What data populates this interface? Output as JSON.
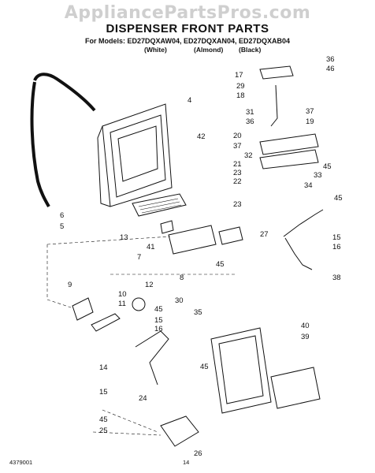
{
  "watermark": "AppliancePartsPros.com",
  "title": "DISPENSER FRONT PARTS",
  "models_line": "For Models: ED27DQXAW04, ED27DQXAN04, ED27DQXAB04",
  "colors": {
    "white": "(White)",
    "almond": "(Almond)",
    "black": "(Black)"
  },
  "footer": {
    "doc_number": "4379001",
    "page": "14"
  },
  "callouts": [
    {
      "id": "c36a",
      "text": "36"
    },
    {
      "id": "c46",
      "text": "46"
    },
    {
      "id": "c17",
      "text": "17"
    },
    {
      "id": "c29",
      "text": "29"
    },
    {
      "id": "c18",
      "text": "18"
    },
    {
      "id": "c4",
      "text": "4"
    },
    {
      "id": "c31",
      "text": "31"
    },
    {
      "id": "c37a",
      "text": "37"
    },
    {
      "id": "c36b",
      "text": "36"
    },
    {
      "id": "c19",
      "text": "19"
    },
    {
      "id": "c20",
      "text": "20"
    },
    {
      "id": "c42",
      "text": "42"
    },
    {
      "id": "c37b",
      "text": "37"
    },
    {
      "id": "c32",
      "text": "32"
    },
    {
      "id": "c21",
      "text": "21"
    },
    {
      "id": "c45a",
      "text": "45"
    },
    {
      "id": "c33",
      "text": "33"
    },
    {
      "id": "c23a",
      "text": "23"
    },
    {
      "id": "c22",
      "text": "22"
    },
    {
      "id": "c34",
      "text": "34"
    },
    {
      "id": "c6",
      "text": "6"
    },
    {
      "id": "c5",
      "text": "5"
    },
    {
      "id": "c23b",
      "text": "23"
    },
    {
      "id": "c45b",
      "text": "45"
    },
    {
      "id": "c13",
      "text": "13"
    },
    {
      "id": "c15a",
      "text": "15"
    },
    {
      "id": "c27",
      "text": "27"
    },
    {
      "id": "c41",
      "text": "41"
    },
    {
      "id": "c16a",
      "text": "16"
    },
    {
      "id": "c7",
      "text": "7"
    },
    {
      "id": "c45c",
      "text": "45"
    },
    {
      "id": "c8",
      "text": "8"
    },
    {
      "id": "c38",
      "text": "38"
    },
    {
      "id": "c9",
      "text": "9"
    },
    {
      "id": "c12",
      "text": "12"
    },
    {
      "id": "c10",
      "text": "10"
    },
    {
      "id": "c30",
      "text": "30"
    },
    {
      "id": "c11",
      "text": "11"
    },
    {
      "id": "c45d",
      "text": "45"
    },
    {
      "id": "c35",
      "text": "35"
    },
    {
      "id": "c15b",
      "text": "15"
    },
    {
      "id": "c16b",
      "text": "16"
    },
    {
      "id": "c40",
      "text": "40"
    },
    {
      "id": "c39",
      "text": "39"
    },
    {
      "id": "c45e",
      "text": "45"
    },
    {
      "id": "c14",
      "text": "14"
    },
    {
      "id": "c15c",
      "text": "15"
    },
    {
      "id": "c24",
      "text": "24"
    },
    {
      "id": "c45f",
      "text": "45"
    },
    {
      "id": "c25",
      "text": "25"
    },
    {
      "id": "c26",
      "text": "26"
    }
  ]
}
